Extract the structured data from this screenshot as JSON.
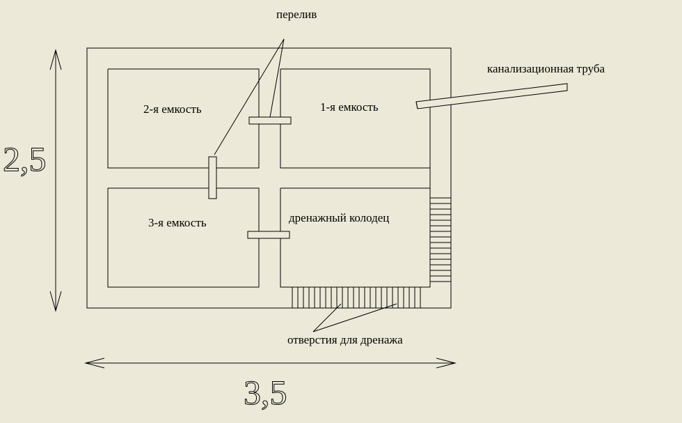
{
  "labels": {
    "overflow": "перелив",
    "sewer_pipe": "канализационная труба",
    "tank_2": "2-я емкость",
    "tank_1": "1-я емкость",
    "tank_3": "3-я емкость",
    "drain_well": "дренажный колодец",
    "drain_holes": "отверстия для дренажа"
  },
  "dimensions": {
    "height": "2,5",
    "width": "3,5"
  },
  "colors": {
    "background": "#ece9d8",
    "lines": "#000000"
  }
}
